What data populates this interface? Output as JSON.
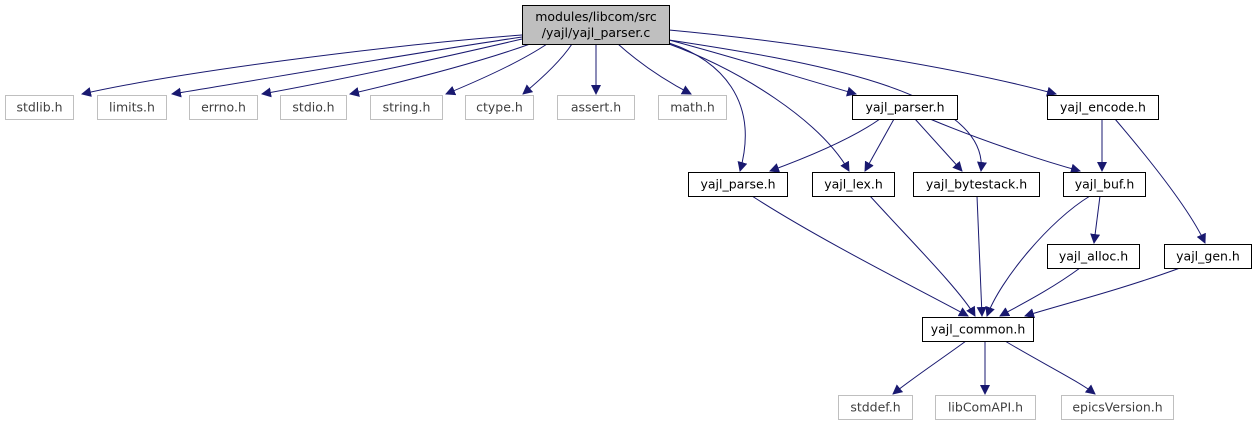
{
  "graph": {
    "colors": {
      "edge": "#191970",
      "root_fill": "#bfbfbf",
      "node_border": "#000000",
      "system_border": "#bfbfbf",
      "system_text": "#3f3f3f",
      "text": "#000000"
    },
    "nodes": [
      {
        "id": "root",
        "lines": [
          "modules/libcom/src",
          "/yajl/yajl_parser.c"
        ],
        "kind": "root"
      },
      {
        "id": "stdlib",
        "lines": [
          "stdlib.h"
        ],
        "kind": "system"
      },
      {
        "id": "limits",
        "lines": [
          "limits.h"
        ],
        "kind": "system"
      },
      {
        "id": "errno",
        "lines": [
          "errno.h"
        ],
        "kind": "system"
      },
      {
        "id": "stdio",
        "lines": [
          "stdio.h"
        ],
        "kind": "system"
      },
      {
        "id": "string",
        "lines": [
          "string.h"
        ],
        "kind": "system"
      },
      {
        "id": "ctype",
        "lines": [
          "ctype.h"
        ],
        "kind": "system"
      },
      {
        "id": "assert",
        "lines": [
          "assert.h"
        ],
        "kind": "system"
      },
      {
        "id": "math",
        "lines": [
          "math.h"
        ],
        "kind": "system"
      },
      {
        "id": "yajl_parser_h",
        "lines": [
          "yajl_parser.h"
        ],
        "kind": "local"
      },
      {
        "id": "yajl_encode_h",
        "lines": [
          "yajl_encode.h"
        ],
        "kind": "local"
      },
      {
        "id": "yajl_parse_h",
        "lines": [
          "yajl_parse.h"
        ],
        "kind": "local"
      },
      {
        "id": "yajl_lex_h",
        "lines": [
          "yajl_lex.h"
        ],
        "kind": "local"
      },
      {
        "id": "yajl_bytestack_h",
        "lines": [
          "yajl_bytestack.h"
        ],
        "kind": "local"
      },
      {
        "id": "yajl_buf_h",
        "lines": [
          "yajl_buf.h"
        ],
        "kind": "local"
      },
      {
        "id": "yajl_alloc_h",
        "lines": [
          "yajl_alloc.h"
        ],
        "kind": "local"
      },
      {
        "id": "yajl_gen_h",
        "lines": [
          "yajl_gen.h"
        ],
        "kind": "local"
      },
      {
        "id": "yajl_common_h",
        "lines": [
          "yajl_common.h"
        ],
        "kind": "local"
      },
      {
        "id": "stddef",
        "lines": [
          "stddef.h"
        ],
        "kind": "system"
      },
      {
        "id": "libComAPI",
        "lines": [
          "libComAPI.h"
        ],
        "kind": "system"
      },
      {
        "id": "epicsVersion",
        "lines": [
          "epicsVersion.h"
        ],
        "kind": "system"
      }
    ],
    "edges": [
      {
        "from": "root",
        "to": "stdlib"
      },
      {
        "from": "root",
        "to": "limits"
      },
      {
        "from": "root",
        "to": "errno"
      },
      {
        "from": "root",
        "to": "stdio"
      },
      {
        "from": "root",
        "to": "string"
      },
      {
        "from": "root",
        "to": "ctype"
      },
      {
        "from": "root",
        "to": "assert"
      },
      {
        "from": "root",
        "to": "math"
      },
      {
        "from": "root",
        "to": "yajl_parser_h"
      },
      {
        "from": "root",
        "to": "yajl_encode_h"
      },
      {
        "from": "root",
        "to": "yajl_parse_h"
      },
      {
        "from": "root",
        "to": "yajl_lex_h"
      },
      {
        "from": "root",
        "to": "yajl_bytestack_h"
      },
      {
        "from": "yajl_parser_h",
        "to": "yajl_parse_h"
      },
      {
        "from": "yajl_parser_h",
        "to": "yajl_lex_h"
      },
      {
        "from": "yajl_parser_h",
        "to": "yajl_bytestack_h"
      },
      {
        "from": "yajl_parser_h",
        "to": "yajl_buf_h"
      },
      {
        "from": "yajl_encode_h",
        "to": "yajl_buf_h"
      },
      {
        "from": "yajl_encode_h",
        "to": "yajl_gen_h"
      },
      {
        "from": "yajl_buf_h",
        "to": "yajl_alloc_h"
      },
      {
        "from": "yajl_parse_h",
        "to": "yajl_common_h"
      },
      {
        "from": "yajl_lex_h",
        "to": "yajl_common_h"
      },
      {
        "from": "yajl_bytestack_h",
        "to": "yajl_common_h"
      },
      {
        "from": "yajl_buf_h",
        "to": "yajl_common_h"
      },
      {
        "from": "yajl_alloc_h",
        "to": "yajl_common_h"
      },
      {
        "from": "yajl_gen_h",
        "to": "yajl_common_h"
      },
      {
        "from": "yajl_common_h",
        "to": "stddef"
      },
      {
        "from": "yajl_common_h",
        "to": "libComAPI"
      },
      {
        "from": "yajl_common_h",
        "to": "epicsVersion"
      }
    ]
  }
}
